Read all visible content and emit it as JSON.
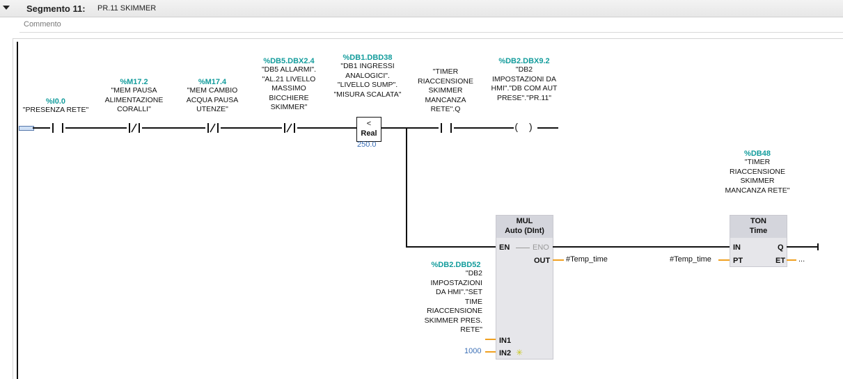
{
  "segment": {
    "title": "Segmento 11:",
    "name": "PR.11 SKIMMER",
    "comment_placeholder": "Commento"
  },
  "contacts": [
    {
      "address": "%I0.0",
      "name": "\"PRESENZA RETE\"",
      "type": "NO"
    },
    {
      "address": "%M17.2",
      "name": "\"MEM PAUSA ALIMENTAZIONE CORALLI\"",
      "type": "NC"
    },
    {
      "address": "%M17.4",
      "name": "\"MEM CAMBIO ACQUA PAUSA UTENZE\"",
      "type": "NC"
    },
    {
      "address": "%DB5.DBX2.4",
      "name": "\"DB5 ALLARMI\". \"AL.21 LIVELLO MASSIMO BICCHIERE SKIMMER\"",
      "type": "NC"
    },
    {
      "address": "",
      "name": "\"TIMER RIACCENSIONE SKIMMER MANCANZA RETE\".Q",
      "type": "NO"
    }
  ],
  "comparator": {
    "address": "%DB1.DBD38",
    "name": "\"DB1 INGRESSI ANALOGICI\". \"LIVELLO SUMP\". \"MISURA SCALATA\"",
    "operator": "<",
    "datatype": "Real",
    "value": "250.0"
  },
  "coil": {
    "address": "%DB2.DBX9.2",
    "name": "\"DB2 IMPOSTAZIONI DA HMI\".\"DB COM AUT PRESE\".\"PR.11\"",
    "symbol": "( )"
  },
  "mul_block": {
    "title": "MUL",
    "subtitle": "Auto (DInt)",
    "pin_en": "EN",
    "pin_eno": "ENO",
    "pin_out": "OUT",
    "out_tag": "#Temp_time",
    "pin_in1": "IN1",
    "pin_in2": "IN2",
    "in1_address": "%DB2.DBD52",
    "in1_name": "\"DB2 IMPOSTAZIONI DA HMI\".\"SET TIME RIACCENSIONE SKIMMER PRES. RETE\"",
    "in2_value": "1000",
    "add_pin_icon": "✳"
  },
  "ton_block": {
    "instance_address": "%DB48",
    "instance_name": "\"TIMER RIACCENSIONE SKIMMER MANCANZA RETE\"",
    "title": "TON",
    "subtitle": "Time",
    "pin_in": "IN",
    "pin_q": "Q",
    "pin_pt": "PT",
    "pin_et": "ET",
    "pt_tag": "#Temp_time",
    "et_tag": "..."
  }
}
